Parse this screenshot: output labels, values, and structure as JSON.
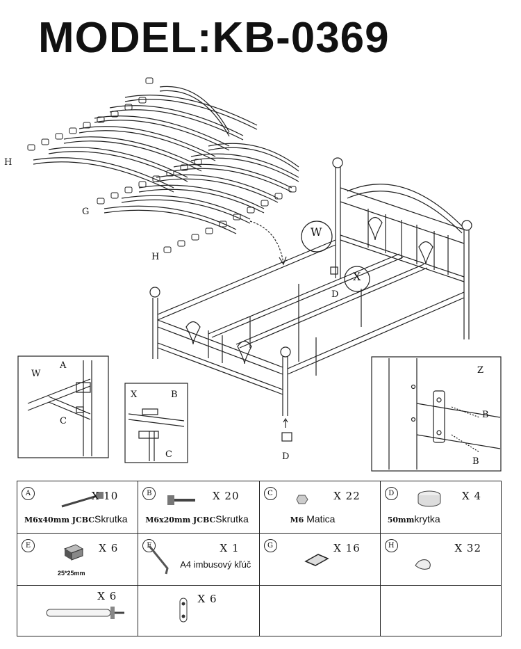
{
  "title": "MODEL:KB-0369",
  "diagram": {
    "labels": {
      "H": "H",
      "G": "G",
      "W": "W",
      "X": "X",
      "D": "D",
      "Z": "Z",
      "A": "A",
      "B": "B",
      "C": "C"
    }
  },
  "parts": [
    {
      "letter": "A",
      "qty": "X 10",
      "desc_bold": "M6x40mm JCBC",
      "desc": "Skrutka",
      "icon": "long-bolt-icon"
    },
    {
      "letter": "B",
      "qty": "X 20",
      "desc_bold": "M6x20mm JCBC",
      "desc": "Skrutka",
      "icon": "short-bolt-icon"
    },
    {
      "letter": "C",
      "qty": "X 22",
      "desc_bold": "M6",
      "desc": "Matica",
      "icon": "nut-icon"
    },
    {
      "letter": "D",
      "qty": "X 4",
      "desc_bold": "50mm",
      "desc": "krytka",
      "icon": "round-cap-icon"
    },
    {
      "letter": "E",
      "qty": "X 6",
      "desc_bold": "",
      "desc": "25*25mm",
      "icon": "square-cap-icon"
    },
    {
      "letter": "F",
      "qty": "X 1",
      "desc_bold": "",
      "desc": "A4 imbusový kľúč",
      "icon": "allen-key-icon"
    },
    {
      "letter": "G",
      "qty": "X 16",
      "desc_bold": "",
      "desc": "",
      "icon": "slat-holder-icon"
    },
    {
      "letter": "H",
      "qty": "X 32",
      "desc_bold": "",
      "desc": "",
      "icon": "slat-cap-icon"
    },
    {
      "letter": "",
      "qty": "X 6",
      "desc_bold": "",
      "desc": "",
      "icon": "support-leg-icon"
    },
    {
      "letter": "",
      "qty": "X 6",
      "desc_bold": "",
      "desc": "",
      "icon": "bracket-plate-icon"
    },
    {
      "letter": "",
      "qty": "",
      "desc_bold": "",
      "desc": "",
      "icon": ""
    },
    {
      "letter": "",
      "qty": "",
      "desc_bold": "",
      "desc": "",
      "icon": ""
    }
  ]
}
